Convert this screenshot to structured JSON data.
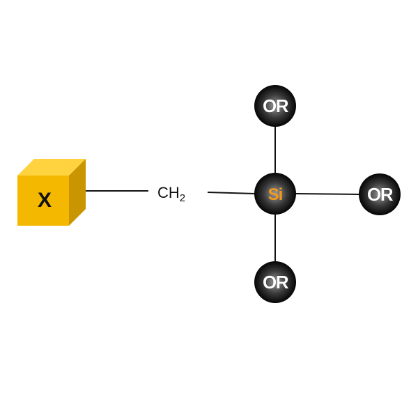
{
  "cube": {
    "label": "X",
    "front_color": "#F5B800",
    "top_color": "#FFD23F",
    "side_color": "#C99500"
  },
  "linker": {
    "label": "CH",
    "subscript": "2"
  },
  "silicon": {
    "label": "Si",
    "label_color": "#F39A1E"
  },
  "alkoxy_groups": [
    {
      "label": "OR"
    },
    {
      "label": "OR"
    },
    {
      "label": "OR"
    }
  ],
  "atom_sphere_colors": {
    "highlight": "#9a9a9a",
    "mid": "#3a3a3a",
    "edge": "#050505"
  }
}
